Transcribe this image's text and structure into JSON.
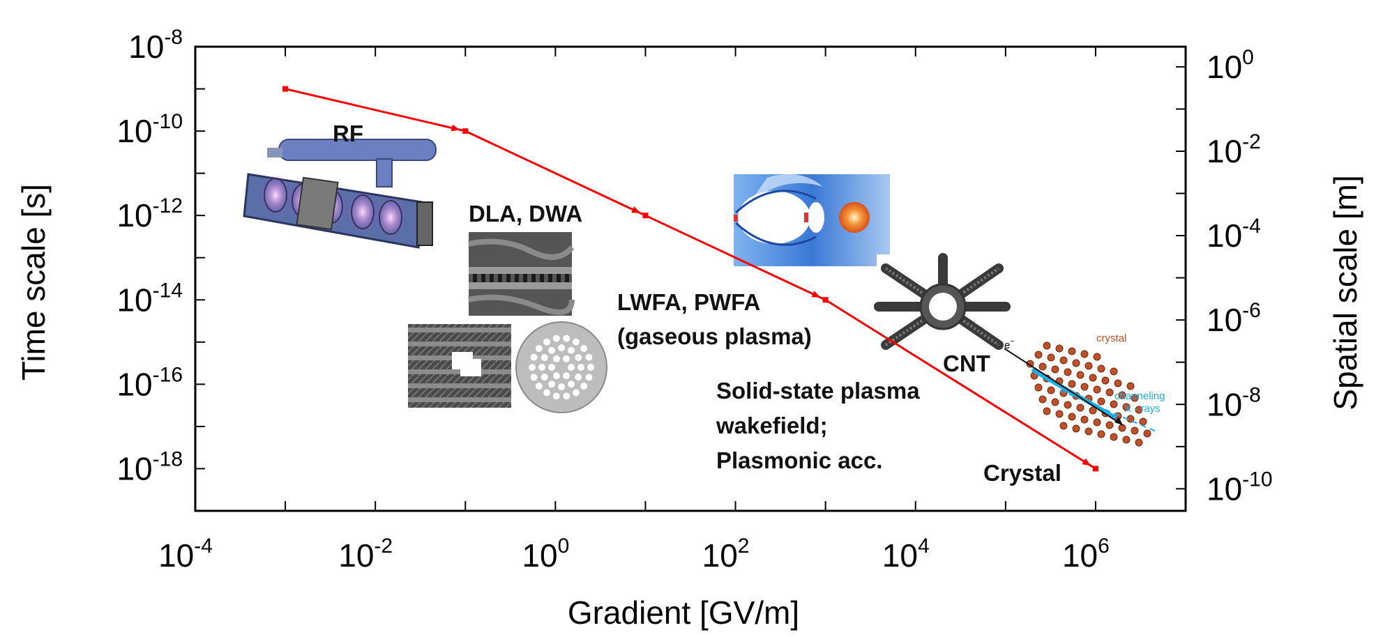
{
  "chart_data": {
    "type": "line",
    "title": "",
    "xlabel": "Gradient [GV/m]",
    "ylabel": "Time scale [s]",
    "y2label": "Spatial scale [m]",
    "x_scale": "log",
    "y_scale": "log",
    "xlim": [
      0.0001,
      10000000
    ],
    "ylim": [
      1e-19,
      1e-08
    ],
    "y2lim": [
      3e-11,
      3
    ],
    "grid": false,
    "legend": "none",
    "x_ticks": [
      {
        "base": "10",
        "exp": "-4",
        "value": 0.0001
      },
      {
        "base": "10",
        "exp": "-2",
        "value": 0.01
      },
      {
        "base": "10",
        "exp": "0",
        "value": 1
      },
      {
        "base": "10",
        "exp": "2",
        "value": 100
      },
      {
        "base": "10",
        "exp": "4",
        "value": 10000
      },
      {
        "base": "10",
        "exp": "6",
        "value": 1000000
      }
    ],
    "y_ticks": [
      {
        "base": "10",
        "exp": "-8",
        "value": 1e-08
      },
      {
        "base": "10",
        "exp": "-10",
        "value": 1e-10
      },
      {
        "base": "10",
        "exp": "-12",
        "value": 1e-12
      },
      {
        "base": "10",
        "exp": "-14",
        "value": 1e-14
      },
      {
        "base": "10",
        "exp": "-16",
        "value": 1e-16
      },
      {
        "base": "10",
        "exp": "-18",
        "value": 1e-18
      }
    ],
    "y2_ticks": [
      {
        "base": "10",
        "exp": "0",
        "value": 1
      },
      {
        "base": "10",
        "exp": "-2",
        "value": 0.01
      },
      {
        "base": "10",
        "exp": "-4",
        "value": 0.0001
      },
      {
        "base": "10",
        "exp": "-6",
        "value": 1e-06
      },
      {
        "base": "10",
        "exp": "-8",
        "value": 1e-08
      },
      {
        "base": "10",
        "exp": "-10",
        "value": 1e-10
      }
    ],
    "series": [
      {
        "color": "#ff0000",
        "points": [
          {
            "x": 0.001,
            "y": 1e-09
          },
          {
            "x": 0.1,
            "y": 1e-10
          },
          {
            "x": 10,
            "y": 1e-12
          },
          {
            "x": 1000,
            "y": 1e-14
          },
          {
            "x": 1000000,
            "y": 1e-18
          }
        ]
      }
    ],
    "annotations": [
      {
        "id": "rf",
        "lines": [
          "RF"
        ],
        "x": 0.01,
        "y": 1e-10,
        "image": "rf-cavity-image"
      },
      {
        "id": "dla",
        "lines": [
          "DLA, DWA"
        ],
        "x": 0.3,
        "y": 1e-12,
        "image": "dielectric-structure-image"
      },
      {
        "id": "lwfa",
        "lines": [
          "LWFA, PWFA",
          "(gaseous plasma)"
        ],
        "x": 30,
        "y": 1e-14,
        "image": "plasma-wake-image"
      },
      {
        "id": "cnt",
        "lines": [
          "CNT"
        ],
        "x": 10000,
        "y": 1e-15,
        "image": "nanotube-image"
      },
      {
        "id": "solid",
        "lines": [
          "Solid-state plasma",
          "wakefield;",
          "Plasmonic acc."
        ],
        "x": 1000,
        "y": 1e-16
      },
      {
        "id": "crystal",
        "lines": [
          "Crystal"
        ],
        "x": 100000,
        "y": 1e-18,
        "image": "crystal-lattice-image"
      }
    ],
    "image_labels": {
      "electron": "e",
      "electron_sup": "−",
      "crystal": "crystal",
      "channeling": "channeling",
      "xrays": "X - rays"
    },
    "colors": {
      "series": "#ff0000",
      "axis": "#000000",
      "plasma_bg": "#3a78d6",
      "plasma_core": "#f07a1a",
      "crystal_atom": "#c0502a",
      "channeling": "#1ab0e8",
      "rf_body": "#5a6ea8",
      "rf_glow": "#e070e0"
    }
  }
}
